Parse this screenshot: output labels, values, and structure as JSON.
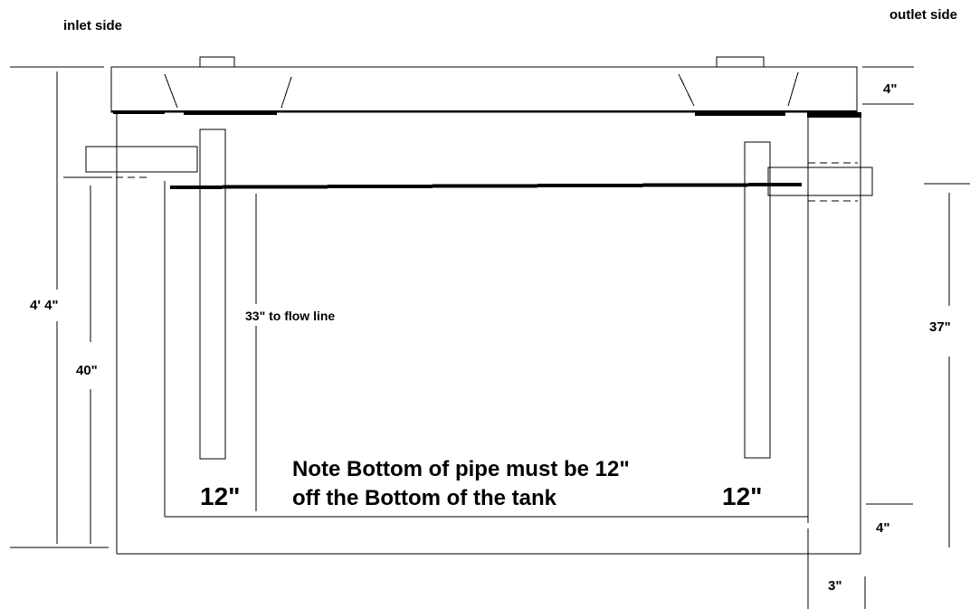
{
  "labels": {
    "inlet_side": "inlet side",
    "outlet_side": "outlet side",
    "dim_lid": "4\"",
    "dim_overall": "4' 4\"",
    "dim_inlet_height": "40\"",
    "dim_flow_line": "33\" to flow line",
    "dim_outlet_height": "37\"",
    "dim_floor": "4\"",
    "dim_wall": "3\"",
    "pipe_left_length": "12\"",
    "pipe_right_length": "12\"",
    "note_line1": "Note Bottom of pipe must be 12\"",
    "note_line2": "off the Bottom of the tank"
  },
  "colors": {
    "ink": "#000000",
    "paper": "#ffffff"
  }
}
